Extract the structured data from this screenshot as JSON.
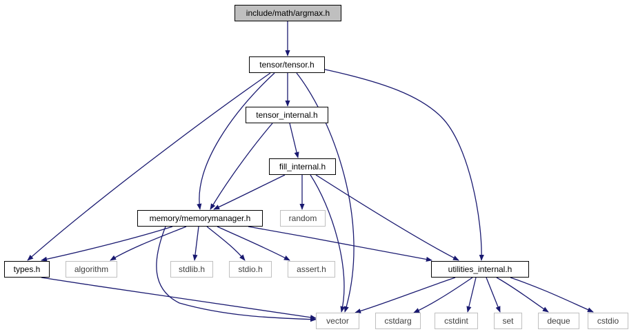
{
  "nodes": [
    {
      "id": "argmax",
      "label": "include/math/argmax.h",
      "style": "root"
    },
    {
      "id": "tensor",
      "label": "tensor/tensor.h",
      "style": "local"
    },
    {
      "id": "tensor_internal",
      "label": "tensor_internal.h",
      "style": "local"
    },
    {
      "id": "fill_internal",
      "label": "fill_internal.h",
      "style": "local"
    },
    {
      "id": "memorymanager",
      "label": "memory/memorymanager.h",
      "style": "local"
    },
    {
      "id": "random",
      "label": "random",
      "style": "system"
    },
    {
      "id": "types",
      "label": "types.h",
      "style": "local"
    },
    {
      "id": "algorithm",
      "label": "algorithm",
      "style": "system"
    },
    {
      "id": "stdlib",
      "label": "stdlib.h",
      "style": "system"
    },
    {
      "id": "stdio",
      "label": "stdio.h",
      "style": "system"
    },
    {
      "id": "assert",
      "label": "assert.h",
      "style": "system"
    },
    {
      "id": "utilities_internal",
      "label": "utilities_internal.h",
      "style": "local"
    },
    {
      "id": "vector",
      "label": "vector",
      "style": "system"
    },
    {
      "id": "cstdarg",
      "label": "cstdarg",
      "style": "system"
    },
    {
      "id": "cstdint",
      "label": "cstdint",
      "style": "system"
    },
    {
      "id": "set",
      "label": "set",
      "style": "system"
    },
    {
      "id": "deque",
      "label": "deque",
      "style": "system"
    },
    {
      "id": "cstdio",
      "label": "cstdio",
      "style": "system"
    }
  ],
  "edges": [
    {
      "from": "argmax",
      "to": "tensor"
    },
    {
      "from": "tensor",
      "to": "tensor_internal"
    },
    {
      "from": "tensor",
      "to": "types"
    },
    {
      "from": "tensor",
      "to": "memorymanager"
    },
    {
      "from": "tensor",
      "to": "vector"
    },
    {
      "from": "tensor",
      "to": "utilities_internal"
    },
    {
      "from": "tensor_internal",
      "to": "fill_internal"
    },
    {
      "from": "tensor_internal",
      "to": "memorymanager"
    },
    {
      "from": "fill_internal",
      "to": "memorymanager"
    },
    {
      "from": "fill_internal",
      "to": "random"
    },
    {
      "from": "fill_internal",
      "to": "vector"
    },
    {
      "from": "fill_internal",
      "to": "utilities_internal"
    },
    {
      "from": "memorymanager",
      "to": "types"
    },
    {
      "from": "memorymanager",
      "to": "algorithm"
    },
    {
      "from": "memorymanager",
      "to": "stdlib"
    },
    {
      "from": "memorymanager",
      "to": "stdio"
    },
    {
      "from": "memorymanager",
      "to": "assert"
    },
    {
      "from": "memorymanager",
      "to": "utilities_internal"
    },
    {
      "from": "memorymanager",
      "to": "vector"
    },
    {
      "from": "types",
      "to": "vector"
    },
    {
      "from": "utilities_internal",
      "to": "vector"
    },
    {
      "from": "utilities_internal",
      "to": "cstdarg"
    },
    {
      "from": "utilities_internal",
      "to": "cstdint"
    },
    {
      "from": "utilities_internal",
      "to": "set"
    },
    {
      "from": "utilities_internal",
      "to": "deque"
    },
    {
      "from": "utilities_internal",
      "to": "cstdio"
    }
  ],
  "colors": {
    "edge": "#191970",
    "root_fill": "#bfbfbf",
    "local_border": "#000000",
    "system_border": "#bfbfbf",
    "system_text": "#404040",
    "text": "#000000"
  }
}
